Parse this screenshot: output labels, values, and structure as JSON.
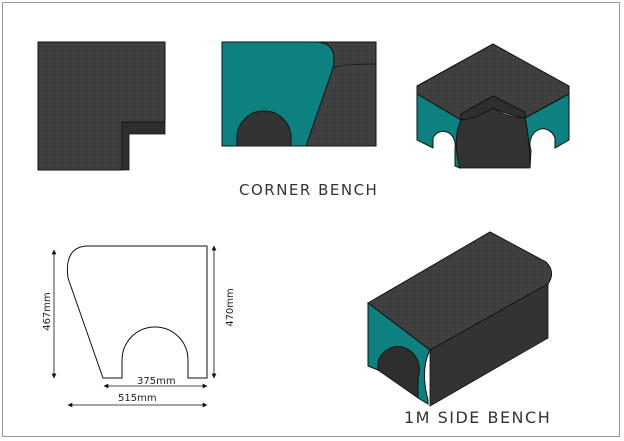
{
  "labels": {
    "corner_bench": "CORNER BENCH",
    "side_bench": "1M SIDE BENCH"
  },
  "dimensions": {
    "left_height": "467mm",
    "right_height": "470mm",
    "arch_width": "375mm",
    "total_width": "515mm"
  },
  "colors": {
    "teal": "#0d8080",
    "dark_teal": "#0a6363",
    "charcoal": "#3f3f3f",
    "charcoal_dark": "#2e2e2e",
    "outline": "#111111"
  }
}
